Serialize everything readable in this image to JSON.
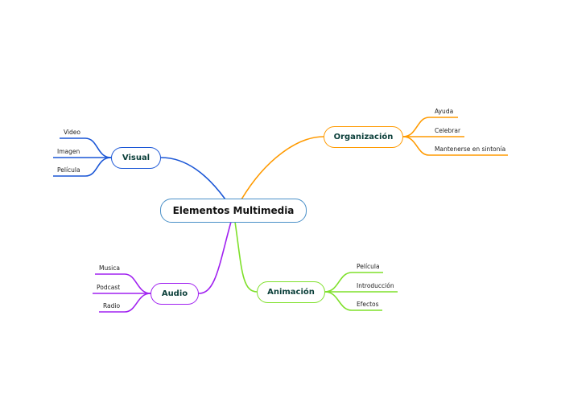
{
  "central": {
    "label": "Elementos Multimedia"
  },
  "colors": {
    "central_border": "#4a90c8",
    "visual": "#1a56d6",
    "organizacion": "#ff9a00",
    "audio": "#a020f0",
    "animacion": "#7ee02a"
  },
  "branches": {
    "visual": {
      "label": "Visual",
      "children": [
        "Video",
        "Imagen",
        "Película"
      ]
    },
    "organizacion": {
      "label": "Organización",
      "children": [
        "Ayuda",
        "Celebrar",
        "Mantenerse en sintonía"
      ]
    },
    "audio": {
      "label": "Audio",
      "children": [
        "Musica",
        "Podcast",
        "Radio"
      ]
    },
    "animacion": {
      "label": "Animación",
      "children": [
        "Película",
        "Introducción",
        "Efectos"
      ]
    }
  }
}
